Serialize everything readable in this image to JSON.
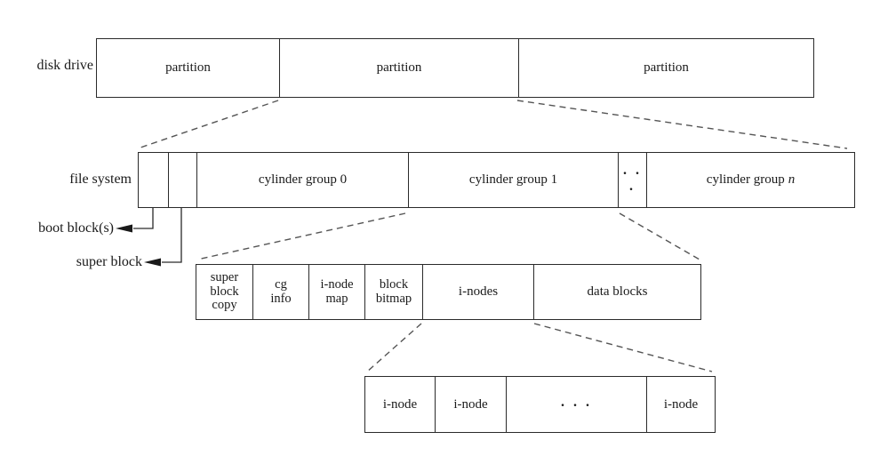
{
  "diagram": {
    "title": "disk drive, partitions, and file system layout",
    "colors": {
      "background": "#ffffff",
      "line": "#2a2a2a",
      "dashed_line": "#555555",
      "text": "#1a1a1a"
    },
    "disk_row": {
      "label": "disk drive",
      "cells": [
        "partition",
        "partition",
        "partition"
      ]
    },
    "fs_row": {
      "label": "file system",
      "boot_cell": "",
      "super_cell": "",
      "cg0": "cylinder group 0",
      "cg1": "cylinder group 1",
      "dots": ". . .",
      "cgn_prefix": "cylinder group",
      "cgn_var": "n"
    },
    "callouts": {
      "boot": "boot block(s)",
      "super": "super block"
    },
    "cg_row": {
      "cells": [
        "super\nblock\ncopy",
        "cg\ninfo",
        "i-node\nmap",
        "block\nbitmap",
        "i-nodes",
        "data blocks"
      ]
    },
    "inode_row": {
      "cells": [
        "i-node",
        "i-node",
        ". . .",
        "i-node"
      ]
    }
  }
}
